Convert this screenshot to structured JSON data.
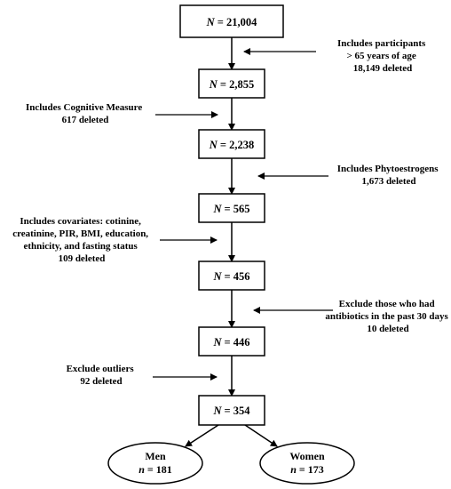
{
  "boxes": [
    {
      "var": "N",
      "value": "= 21,004"
    },
    {
      "var": "N",
      "value": "= 2,855"
    },
    {
      "var": "N",
      "value": "= 2,238"
    },
    {
      "var": "N",
      "value": "= 565"
    },
    {
      "var": "N",
      "value": "= 456"
    },
    {
      "var": "N",
      "value": "= 446"
    },
    {
      "var": "N",
      "value": "= 354"
    }
  ],
  "notes": [
    {
      "lines": [
        "Includes participants",
        "> 65 years of age",
        "18,149 deleted"
      ]
    },
    {
      "lines": [
        "Includes Cognitive Measure",
        "617 deleted"
      ]
    },
    {
      "lines": [
        "Includes Phytoestrogens",
        "1,673 deleted"
      ]
    },
    {
      "lines": [
        "Includes covariates: cotinine,",
        "creatinine, PIR, BMI, education,",
        "ethnicity, and fasting status",
        "109 deleted"
      ]
    },
    {
      "lines": [
        "Exclude those who had",
        "antibiotics in the past 30 days",
        "10 deleted"
      ]
    },
    {
      "lines": [
        "Exclude outliers",
        "92 deleted"
      ]
    }
  ],
  "groups": [
    {
      "label": "Men",
      "var": "n",
      "value": "= 181"
    },
    {
      "label": "Women",
      "var": "n",
      "value": "= 173"
    }
  ]
}
